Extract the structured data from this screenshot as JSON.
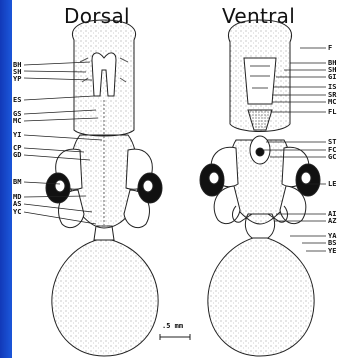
{
  "headings": {
    "dorsal": "Dorsal",
    "ventral": "Ventral"
  },
  "dorsal_labels": [
    "BH",
    "SH",
    "YP",
    "ES",
    "GS",
    "MC",
    "YI",
    "CP",
    "GD",
    "BM",
    "MD",
    "AS",
    "YC"
  ],
  "ventral_labels": [
    "F",
    "BH",
    "SH",
    "GI",
    "IS",
    "SR",
    "MC",
    "FL",
    "ST",
    "FC",
    "GC",
    "LE",
    "AI",
    "AZ",
    "YA",
    "BS",
    "YE"
  ],
  "scale_bar": {
    "label": ".5 mm"
  }
}
